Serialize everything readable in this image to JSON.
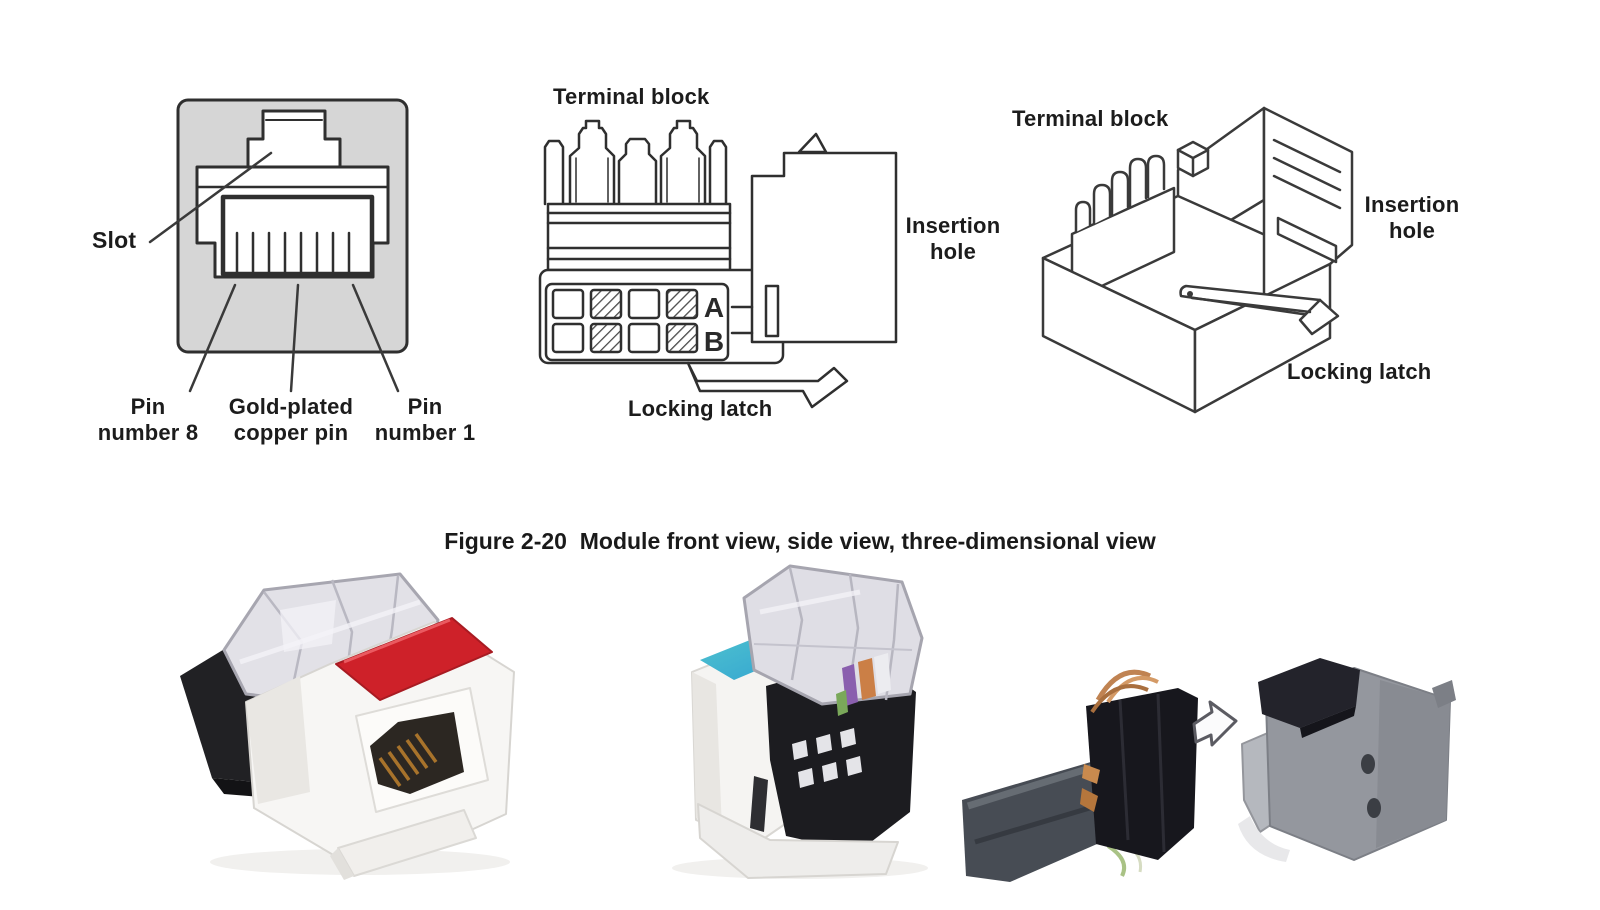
{
  "page": {
    "caption": "Figure 2-20  Module front view, side view, three-dimensional view",
    "background": "#ffffff"
  },
  "front_view": {
    "slot": "Slot",
    "pin_number_8": "Pin number 8",
    "gold_plated_copper_pin": "Gold-plated copper pin",
    "pin_number_1": "Pin number 1"
  },
  "side_view": {
    "terminal_block": "Terminal block",
    "insertion_hole": "Insertion hole",
    "locking_latch": "Locking latch",
    "wiring_row_a": "A",
    "wiring_row_b": "B"
  },
  "three_d_view": {
    "terminal_block": "Terminal block",
    "insertion_hole": "Insertion hole",
    "locking_latch": "Locking latch"
  },
  "photos": {
    "left": "white-keystone-jack-red-label-photo",
    "middle": "keystone-jack-open-clear-cap-photo",
    "right": "cable-wire-cap-inserted-into-shielded-module-photo"
  },
  "colors": {
    "diagram_line": "#2f2f2f",
    "front_panel_gray": "#d6d6d6",
    "label_text": "#1c1c1c",
    "red_label": "#ce2129",
    "teal_label": "#3fb6c9",
    "module_gray": "#94979e"
  }
}
